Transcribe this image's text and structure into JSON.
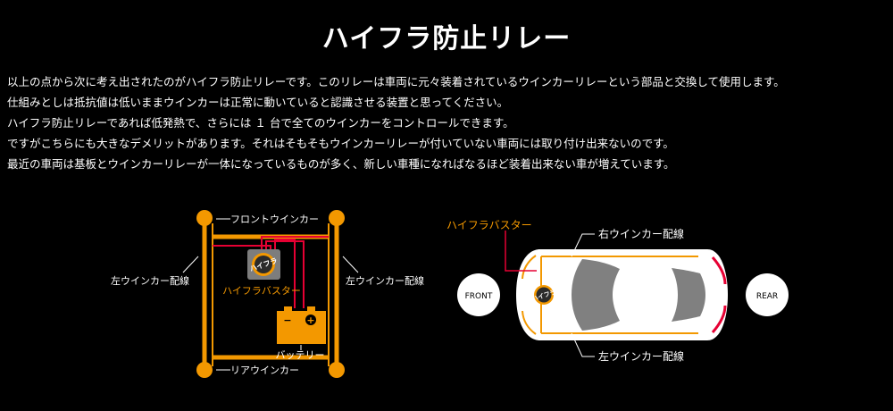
{
  "title": "ハイフラ防止リレー",
  "paragraphs": [
    "以上の点から次に考え出されたのがハイフラ防止リレーです。このリレーは車両に元々装着されているウインカーリレーという部品と交換して使用します。",
    "仕組みとしは抵抗値は低いままウインカーは正常に動いていると認識させる装置と思ってください。",
    "ハイフラ防止リレーであれば低発熱で、さらには １ 台で全てのウインカーをコントロールできます。",
    "ですがこちらにも大きなデメリットがあります。それはそもそもウインカーリレーが付いていない車両には取り付け出来ないのです。",
    "最近の車両は基板とウインカーリレーが一体になっているものが多く、新しい車種になればなるほど装着出来ない車が増えています。"
  ],
  "left_diagram": {
    "front_label": "フロントウインカー",
    "rear_label": "リアウインカー",
    "left_label": "左ウインカー配線",
    "right_label": "左ウインカー配線",
    "device_label": "ハイフラバスター",
    "battery_label": "バッテリー",
    "battery_plus": "+",
    "battery_minus": "−"
  },
  "right_diagram": {
    "device_label": "ハイフラバスター",
    "right_wiring_label": "右ウインカー配線",
    "left_wiring_label": "左ウインカー配線",
    "front_label": "FRONT",
    "rear_label": "REAR"
  },
  "logo_text": "ハイフラ",
  "colors": {
    "orange": "#f39800",
    "red": "#e60033",
    "gray": "#808080",
    "device": "#7d7d7d"
  }
}
